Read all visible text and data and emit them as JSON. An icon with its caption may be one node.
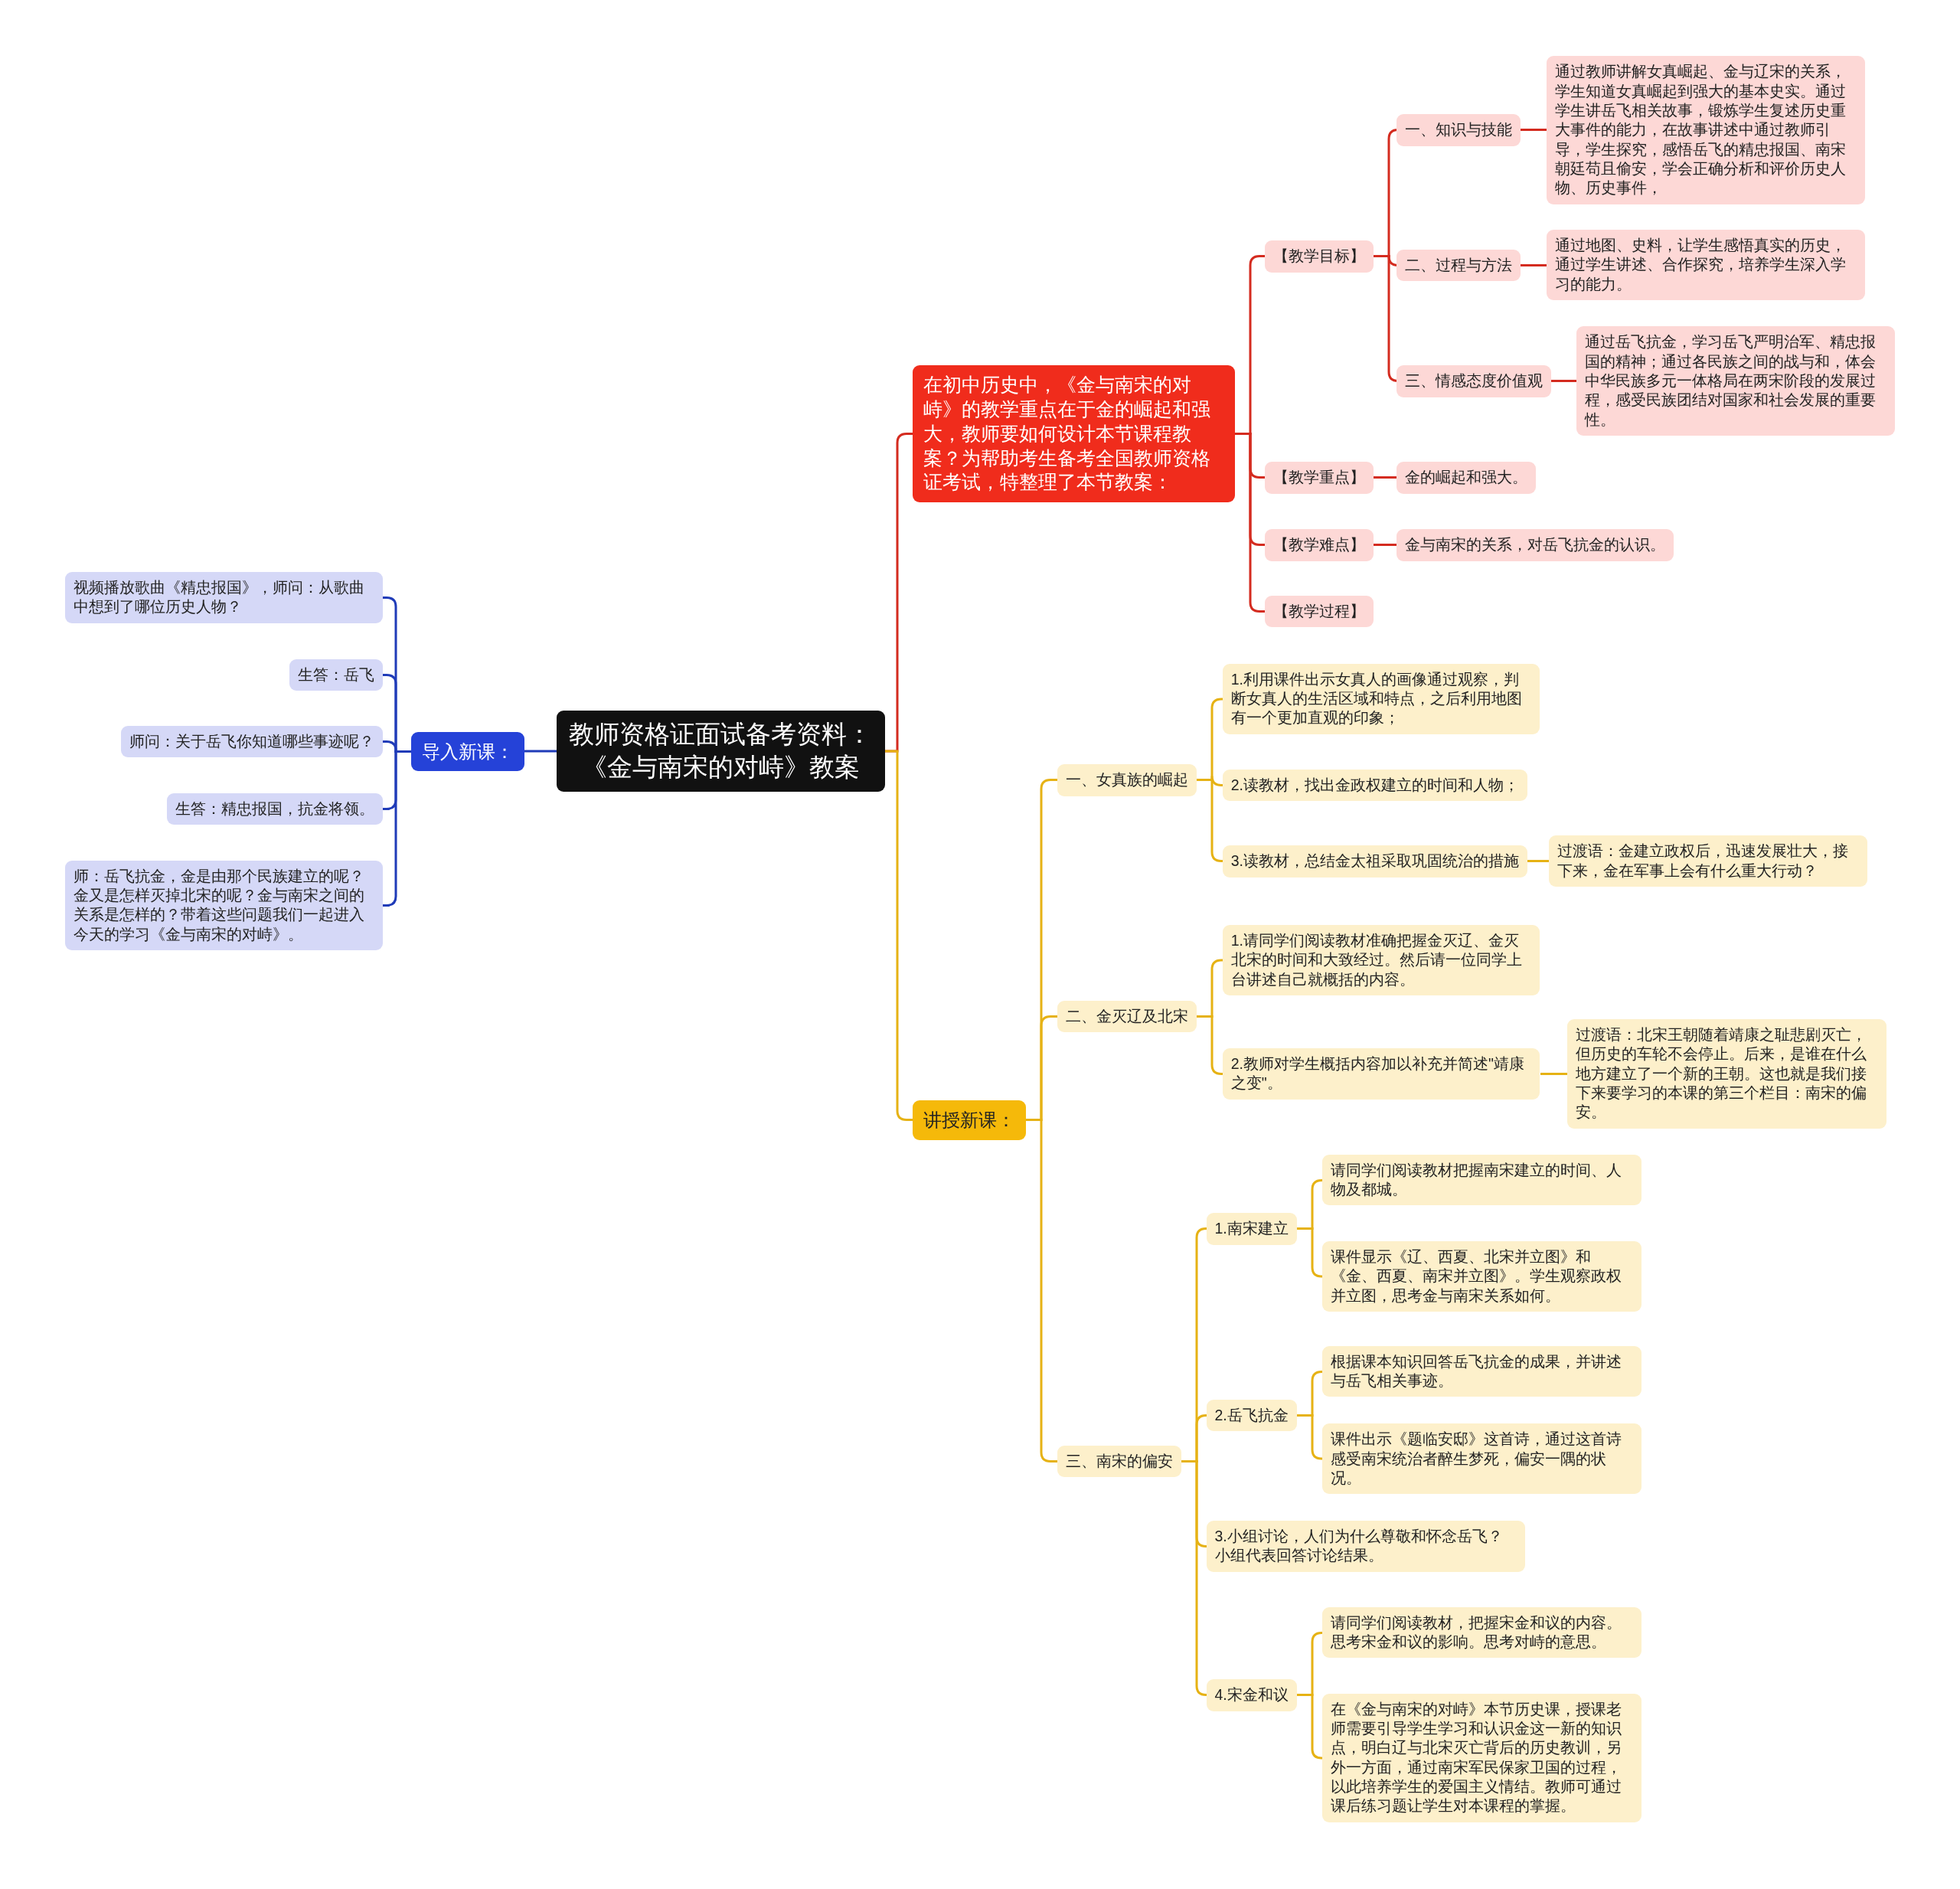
{
  "diagram": {
    "nodes": [
      {
        "text": [
          "教师资格证面试备考资料：《金与南宋的对峙》教案"
        ]
      },
      {
        "text": [
          "导入新课："
        ]
      },
      {
        "text": [
          "视频播放歌曲《精忠报国》，师问：从歌曲中想到了哪位历史人物？"
        ]
      },
      {
        "text": [
          "生答：岳飞"
        ]
      },
      {
        "text": [
          "师问：关于岳飞你知道哪些事迹呢？"
        ]
      },
      {
        "text": [
          "生答：精忠报国，抗金将领。"
        ]
      },
      {
        "text": [
          "师：岳飞抗金，金是由那个民族建立的呢？金又是怎样灭掉北宋的呢？金与南宋之间的关系是怎样的？带着这些问题我们一起进入今天的学习《金与南宋的对峙》。"
        ]
      },
      {
        "text": [
          "在初中历史中，《金与南宋的对峙》的教学重点在于金的崛起和强大，教师要如何设计本节课程教案？为帮助考生备考全国教师资格证考试，特整理了本节教案："
        ]
      },
      {
        "text": [
          "【教学目标】"
        ]
      },
      {
        "text": [
          "一、知识与技能"
        ]
      },
      {
        "text": [
          "通过教师讲解女真崛起、金与辽宋的关系，学生知道女真崛起到强大的基本史实。通过学生讲岳飞相关故事，锻炼学生复述历史重大事件的能力，在故事讲述中通过教师引导，学生探究，感悟岳飞的精忠报国、南宋朝廷苟且偷安，学会正确分析和评价历史人物、历史事件，"
        ]
      },
      {
        "text": [
          "二、过程与方法"
        ]
      },
      {
        "text": [
          "通过地图、史料，让学生感悟真实的历史，通过学生讲述、合作探究，培养学生深入学习的能力。"
        ]
      },
      {
        "text": [
          "三、情感态度价值观"
        ]
      },
      {
        "text": [
          "通过岳飞抗金，学习岳飞严明治军、精忠报国的精神；通过各民族之间的战与和，体会中华民族多元一体格局在两宋阶段的发展过程，感受民族团结对国家和社会发展的重要性。"
        ]
      },
      {
        "text": [
          "【教学重点】"
        ]
      },
      {
        "text": [
          "金的崛起和强大。"
        ]
      },
      {
        "text": [
          "【教学难点】"
        ]
      },
      {
        "text": [
          "金与南宋的关系，对岳飞抗金的认识。"
        ]
      },
      {
        "text": [
          "【教学过程】"
        ]
      },
      {
        "text": [
          "讲授新课："
        ]
      },
      {
        "text": [
          "一、女真族的崛起"
        ]
      },
      {
        "text": [
          "1.利用课件出示女真人的画像通过观察，判断女真人的生活区域和特点，之后利用地图有一个更加直观的印象；"
        ]
      },
      {
        "text": [
          "2.读教材，找出金政权建立的时间和人物；"
        ]
      },
      {
        "text": [
          "3.读教材，总结金太祖采取巩固统治的措施"
        ]
      },
      {
        "text": [
          "过渡语：金建立政权后，迅速发展壮大，接下来，金在军事上会有什么重大行动？"
        ]
      },
      {
        "text": [
          "二、金灭辽及北宋"
        ]
      },
      {
        "text": [
          "1.请同学们阅读教材准确把握金灭辽、金灭北宋的时间和大致经过。然后请一位同学上台讲述自己就概括的内容。"
        ]
      },
      {
        "text": [
          "2.教师对学生概括内容加以补充并简述\"靖康之变\"。"
        ]
      },
      {
        "text": [
          "过渡语：北宋王朝随着靖康之耻悲剧灭亡，但历史的车轮不会停止。后来，是谁在什么地方建立了一个新的王朝。这也就是我们接下来要学习的本课的第三个栏目：南宋的偏安。"
        ]
      },
      {
        "text": [
          "三、南宋的偏安"
        ]
      },
      {
        "text": [
          "1.南宋建立"
        ]
      },
      {
        "text": [
          "请同学们阅读教材把握南宋建立的时间、人物及都城。"
        ]
      },
      {
        "text": [
          "课件显示《辽、西夏、北宋并立图》和《金、西夏、南宋并立图》。学生观察政权并立图，思考金与南宋关系如何。"
        ]
      },
      {
        "text": [
          "2.岳飞抗金"
        ]
      },
      {
        "text": [
          "根据课本知识回答岳飞抗金的成果，并讲述与岳飞相关事迹。"
        ]
      },
      {
        "text": [
          "课件出示《题临安邸》这首诗，通过这首诗感受南宋统治者醉生梦死，偏安一隅的状况。"
        ]
      },
      {
        "text": [
          "3.小组讨论，人们为什么尊敬和怀念岳飞？小组代表回答讨论结果。"
        ]
      },
      {
        "text": [
          "4.宋金和议"
        ]
      },
      {
        "text": [
          "请同学们阅读教材，把握宋金和议的内容。思考宋金和议的影响。思考对峙的意思。"
        ]
      },
      {
        "text": [
          "在《金与南宋的对峙》本节历史课，授课老师需要引导学生学习和认识金这一新的知识点，明白辽与北宋灭亡背后的历史教训，另外一方面，通过南宋军民保家卫国的过程，以此培养学生的爱国主义情结。教师可通过课后练习题让学生对本课程的掌握。"
        ]
      }
    ],
    "edges": [
      {
        "from": 0,
        "to": 1,
        "arrow": "none",
        "color": "#1f3bb8"
      },
      {
        "from": 1,
        "to": 2,
        "arrow": "none",
        "color": "#1f3bb8"
      },
      {
        "from": 1,
        "to": 3,
        "arrow": "none",
        "color": "#1f3bb8"
      },
      {
        "from": 1,
        "to": 4,
        "arrow": "none",
        "color": "#1f3bb8"
      },
      {
        "from": 1,
        "to": 5,
        "arrow": "none",
        "color": "#1f3bb8"
      },
      {
        "from": 1,
        "to": 6,
        "arrow": "none",
        "color": "#1f3bb8"
      },
      {
        "from": 0,
        "to": 7,
        "arrow": "none",
        "color": "#d42b1f"
      },
      {
        "from": 7,
        "to": 8,
        "arrow": "none",
        "color": "#d42b1f"
      },
      {
        "from": 7,
        "to": 15,
        "arrow": "none",
        "color": "#d42b1f"
      },
      {
        "from": 7,
        "to": 17,
        "arrow": "none",
        "color": "#d42b1f"
      },
      {
        "from": 7,
        "to": 19,
        "arrow": "none",
        "color": "#d42b1f"
      },
      {
        "from": 8,
        "to": 9,
        "arrow": "none",
        "color": "#d42b1f"
      },
      {
        "from": 8,
        "to": 11,
        "arrow": "none",
        "color": "#d42b1f"
      },
      {
        "from": 8,
        "to": 13,
        "arrow": "none",
        "color": "#d42b1f"
      },
      {
        "from": 9,
        "to": 10,
        "arrow": "none",
        "color": "#d42b1f"
      },
      {
        "from": 11,
        "to": 12,
        "arrow": "none",
        "color": "#d42b1f"
      },
      {
        "from": 13,
        "to": 14,
        "arrow": "none",
        "color": "#d42b1f"
      },
      {
        "from": 15,
        "to": 16,
        "arrow": "none",
        "color": "#d42b1f"
      },
      {
        "from": 17,
        "to": 18,
        "arrow": "none",
        "color": "#d42b1f"
      },
      {
        "from": 0,
        "to": 20,
        "arrow": "none"
      },
      {
        "from": 20,
        "to": 21,
        "arrow": "none"
      },
      {
        "from": 20,
        "to": 26,
        "arrow": "none"
      },
      {
        "from": 20,
        "to": 30,
        "arrow": "none"
      },
      {
        "from": 21,
        "to": 22,
        "arrow": "none"
      },
      {
        "from": 21,
        "to": 23,
        "arrow": "none"
      },
      {
        "from": 21,
        "to": 24,
        "arrow": "none"
      },
      {
        "from": 24,
        "to": 25,
        "arrow": "none"
      },
      {
        "from": 26,
        "to": 27,
        "arrow": "none"
      },
      {
        "from": 26,
        "to": 28,
        "arrow": "none"
      },
      {
        "from": 28,
        "to": 29,
        "arrow": "none"
      },
      {
        "from": 30,
        "to": 31,
        "arrow": "none"
      },
      {
        "from": 30,
        "to": 34,
        "arrow": "none"
      },
      {
        "from": 30,
        "to": 37,
        "arrow": "none"
      },
      {
        "from": 30,
        "to": 38,
        "arrow": "none"
      },
      {
        "from": 31,
        "to": 32,
        "arrow": "none"
      },
      {
        "from": 31,
        "to": 33,
        "arrow": "none"
      },
      {
        "from": 34,
        "to": 35,
        "arrow": "none"
      },
      {
        "from": 34,
        "to": 36,
        "arrow": "none"
      },
      {
        "from": 38,
        "to": 39,
        "arrow": "none"
      },
      {
        "from": 38,
        "to": 40,
        "arrow": "none"
      }
    ]
  }
}
